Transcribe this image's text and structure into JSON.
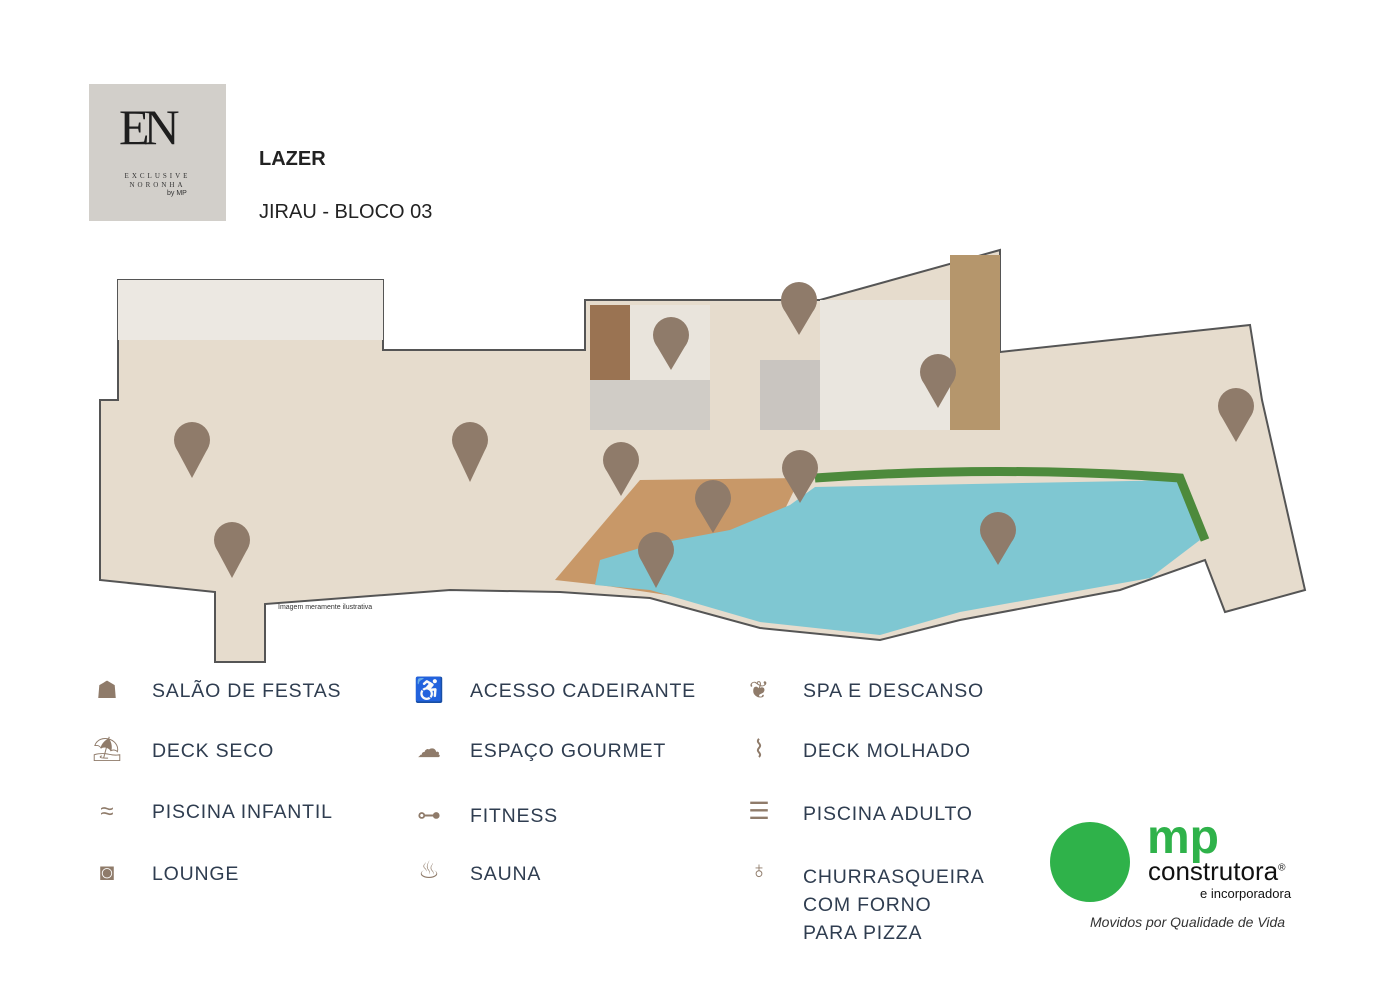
{
  "brand_logo": {
    "monogram": "EN",
    "line1": "EXCLUSIVE",
    "line2": "NORONHA",
    "by": "by MP"
  },
  "header": {
    "title": "LAZER",
    "subtitle": "JIRAU - BLOCO 03"
  },
  "plan_note": "Imagem meramente ilustrativa",
  "colors": {
    "pin": "#8f7b6a",
    "pool": "#7fc7d2",
    "floor": "#e6dccd",
    "text": "#2f3d50",
    "brand_green": "#2fb24a"
  },
  "legend": [
    {
      "icon": "party-hall-icon",
      "glyph": "☗",
      "label": "SALÃO DE FESTAS"
    },
    {
      "icon": "wheelchair-icon",
      "glyph": "♿",
      "label": "ACESSO CADEIRANTE"
    },
    {
      "icon": "lotus-icon",
      "glyph": "❦",
      "label": "SPA E DESCANSO"
    },
    {
      "icon": "umbrella-deck-icon",
      "glyph": "⛱",
      "label": "DECK SECO"
    },
    {
      "icon": "chef-hat-icon",
      "glyph": "☁",
      "label": "ESPAÇO GOURMET"
    },
    {
      "icon": "sun-lounger-icon",
      "glyph": "⌇",
      "label": "DECK MOLHADO"
    },
    {
      "icon": "swimmer-icon",
      "glyph": "≈",
      "label": "PISCINA INFANTIL"
    },
    {
      "icon": "dumbbell-icon",
      "glyph": "⊶",
      "label": "FITNESS"
    },
    {
      "icon": "pool-ladder-icon",
      "glyph": "☰",
      "label": "PISCINA ADULTO"
    },
    {
      "icon": "armchair-icon",
      "glyph": "◙",
      "label": "LOUNGE"
    },
    {
      "icon": "sauna-icon",
      "glyph": "♨",
      "label": "SAUNA"
    },
    {
      "icon": "grill-icon",
      "glyph": "♁",
      "label": "CHURRASQUEIRA\nCOM FORNO\nPARA PIZZA"
    }
  ],
  "mp_logo": {
    "name": "mp",
    "word": "construtora",
    "reg": "®",
    "sub": "e incorporadora",
    "slogan": "Movidos por Qualidade de Vida"
  }
}
